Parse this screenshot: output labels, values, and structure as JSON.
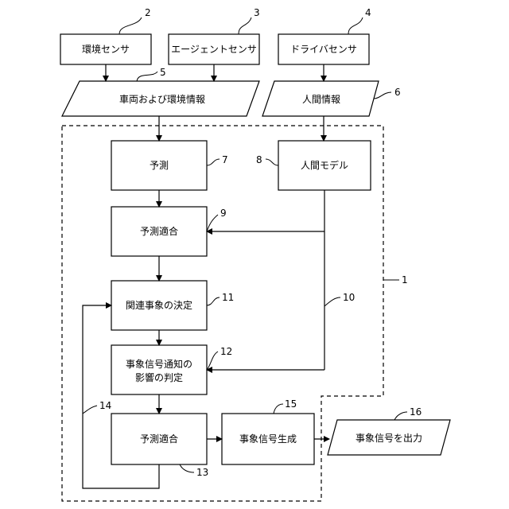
{
  "sensors": {
    "environment": "環境センサ",
    "agent": "エージェントセンサ",
    "driver": "ドライバセンサ"
  },
  "data_inputs": {
    "vehicle_env_info": "車両および環境情報",
    "human_info": "人間情報"
  },
  "processes": {
    "prediction": "予測",
    "human_model": "人間モデル",
    "prediction_fit_1": "予測適合",
    "relevant_event": "関連事象の決定",
    "impact_line1": "事象信号通知の",
    "impact_line2": "影響の判定",
    "prediction_fit_2": "予測適合",
    "event_signal_gen": "事象信号生成"
  },
  "output": {
    "event_signal_out": "事象信号を出力"
  },
  "reference_numerals": {
    "n1": "1",
    "n2": "2",
    "n3": "3",
    "n4": "4",
    "n5": "5",
    "n6": "6",
    "n7": "7",
    "n8": "8",
    "n9": "9",
    "n10": "10",
    "n11": "11",
    "n12": "12",
    "n13": "13",
    "n14": "14",
    "n15": "15",
    "n16": "16"
  }
}
